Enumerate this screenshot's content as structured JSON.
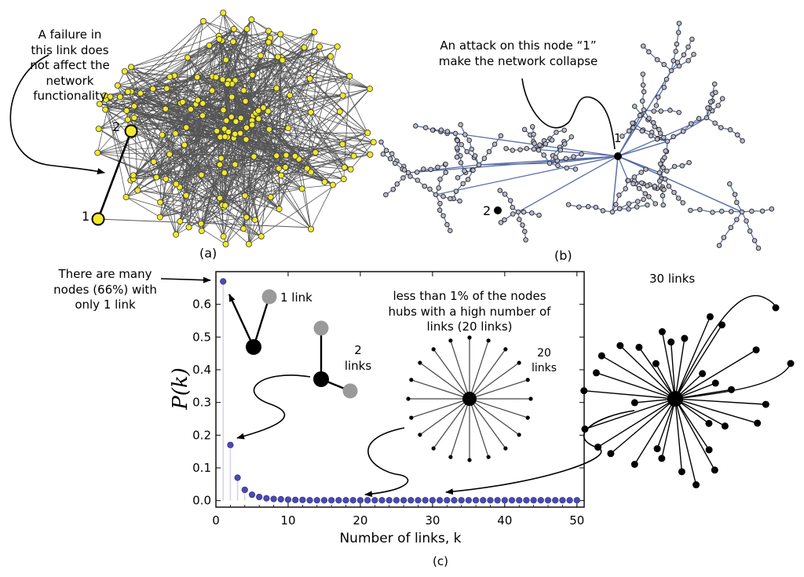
{
  "panel_a": {
    "annotation": [
      "A failure in",
      "this link does",
      "not affect the",
      "network",
      "functionality"
    ],
    "node_1": "1",
    "node_2": "2",
    "caption": "(a)"
  },
  "panel_b": {
    "annotation": [
      "An attack on this node “1”",
      "make the network collapse"
    ],
    "node_1": "1",
    "node_2": "2",
    "caption": "(b)"
  },
  "panel_c": {
    "left_note": [
      "There are many",
      "nodes (66%) with",
      "only 1 link"
    ],
    "one_link": "1 link",
    "two_links": [
      "2",
      "links"
    ],
    "hub_note": [
      "less than 1% of the nodes",
      "hubs with a high number of",
      "links (20 links)"
    ],
    "twenty_links": [
      "20",
      "links"
    ],
    "thirty_links": "30 links",
    "caption": "(c)"
  },
  "chart_data": {
    "type": "scatter",
    "ylabel": "P(k)",
    "xlabel": "Number of links, k",
    "xlim": [
      0,
      51
    ],
    "ylim": [
      -0.02,
      0.7
    ],
    "xticks": [
      0,
      10,
      20,
      30,
      40,
      50
    ],
    "yticks": [
      0.0,
      0.1,
      0.2,
      0.3,
      0.4,
      0.5,
      0.6
    ],
    "ytick_labels": [
      "0.0",
      "0.1",
      "0.2",
      "0.3",
      "0.4",
      "0.5",
      "0.6"
    ],
    "marker_color": "#4a4ab0",
    "x": [
      1,
      2,
      3,
      4,
      5,
      6,
      7,
      8,
      9,
      10,
      11,
      12,
      13,
      14,
      15,
      16,
      17,
      18,
      19,
      20,
      21,
      22,
      23,
      24,
      25,
      26,
      27,
      28,
      29,
      30,
      31,
      32,
      33,
      34,
      35,
      36,
      37,
      38,
      39,
      40,
      41,
      42,
      43,
      44,
      45,
      46,
      47,
      48,
      49,
      50
    ],
    "y": [
      0.67,
      0.17,
      0.07,
      0.033,
      0.018,
      0.011,
      0.007,
      0.005,
      0.004,
      0.003,
      0.002,
      0.002,
      0.001,
      0.001,
      0.001,
      0.001,
      0.001,
      0.001,
      0.001,
      0.001,
      0.001,
      0.001,
      0.001,
      0.001,
      0.001,
      0.001,
      0.001,
      0.001,
      0.001,
      0.001,
      0.001,
      0.001,
      0.001,
      0.001,
      0.001,
      0.001,
      0.001,
      0.001,
      0.001,
      0.001,
      0.001,
      0.001,
      0.001,
      0.001,
      0.001,
      0.001,
      0.001,
      0.001,
      0.001,
      0.001
    ]
  },
  "colors": {
    "random_node": "#f2ea2a",
    "random_edge": "#555555",
    "tree_edge": "#5a6ea8",
    "tree_node": "#b9b9c9",
    "grey_node": "#9a9a9a",
    "plot_marker": "#4a4ab0"
  }
}
